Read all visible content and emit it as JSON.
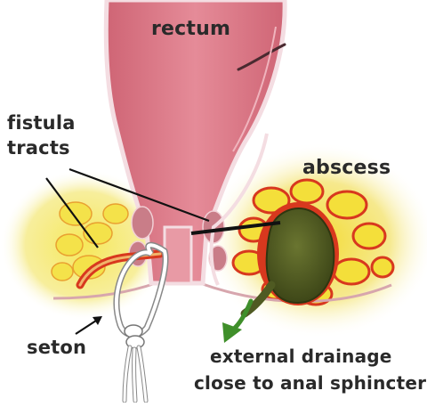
{
  "labels": {
    "rectum": "rectum",
    "fistula_line1": "fistula",
    "fistula_line2": "tracts",
    "abscess": "abscess",
    "seton": "seton",
    "drainage_line1": "external drainage",
    "drainage_line2": "close to anal sphincter"
  },
  "colors": {
    "rectum_fill": "#d9707e",
    "rectum_outline": "#f2d6dc",
    "fat_yellow": "#f3e23c",
    "inflamed_red": "#d8381e",
    "abscess_green": "#4f5a22",
    "arrow_green": "#3f8f2a",
    "seton_white": "#ffffff",
    "text": "#2a2a2a"
  }
}
